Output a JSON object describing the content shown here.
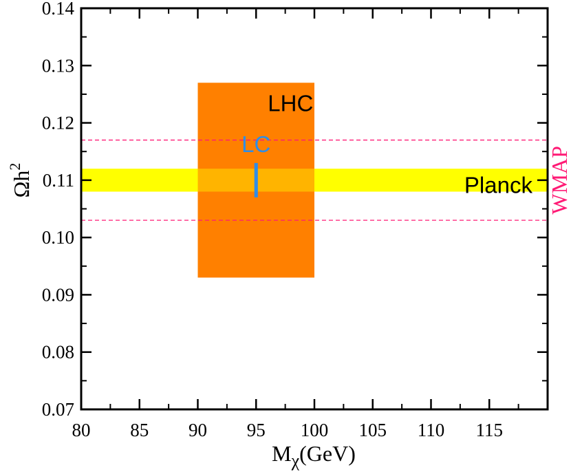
{
  "chart_data": {
    "type": "area",
    "xlabel": "M",
    "xlabel_sub": "χ",
    "xlabel_unit": "(GeV)",
    "ylabel": "Ωh",
    "ylabel_sup": "2",
    "xlim": [
      80,
      120
    ],
    "ylim": [
      0.07,
      0.14
    ],
    "xticks": [
      80,
      85,
      90,
      95,
      100,
      105,
      110,
      115
    ],
    "xtick_labels": [
      "80",
      "85",
      "90",
      "95",
      "100",
      "105",
      "110",
      "115"
    ],
    "yticks": [
      0.07,
      0.08,
      0.09,
      0.1,
      0.11,
      0.12,
      0.13,
      0.14
    ],
    "ytick_labels": [
      "0.07",
      "0.08",
      "0.09",
      "0.10",
      "0.11",
      "0.12",
      "0.13",
      "0.14"
    ],
    "grid": false,
    "regions": [
      {
        "name": "LHC",
        "label": "LHC",
        "x": [
          90,
          100
        ],
        "y": [
          0.093,
          0.127
        ],
        "color": "#ff8000"
      },
      {
        "name": "Planck",
        "label": "Planck",
        "x": [
          80,
          120
        ],
        "y": [
          0.108,
          0.112
        ],
        "color": "#ffff00"
      },
      {
        "name": "LC",
        "label": "LC",
        "x": [
          94.85,
          95.15
        ],
        "y": [
          0.107,
          0.113
        ],
        "color": "#2e8de8"
      }
    ],
    "lines": [
      {
        "name": "WMAP",
        "label": "WMAP",
        "y": [
          0.103,
          0.117
        ],
        "style": "dashed",
        "color": "#ff1a75"
      }
    ]
  }
}
